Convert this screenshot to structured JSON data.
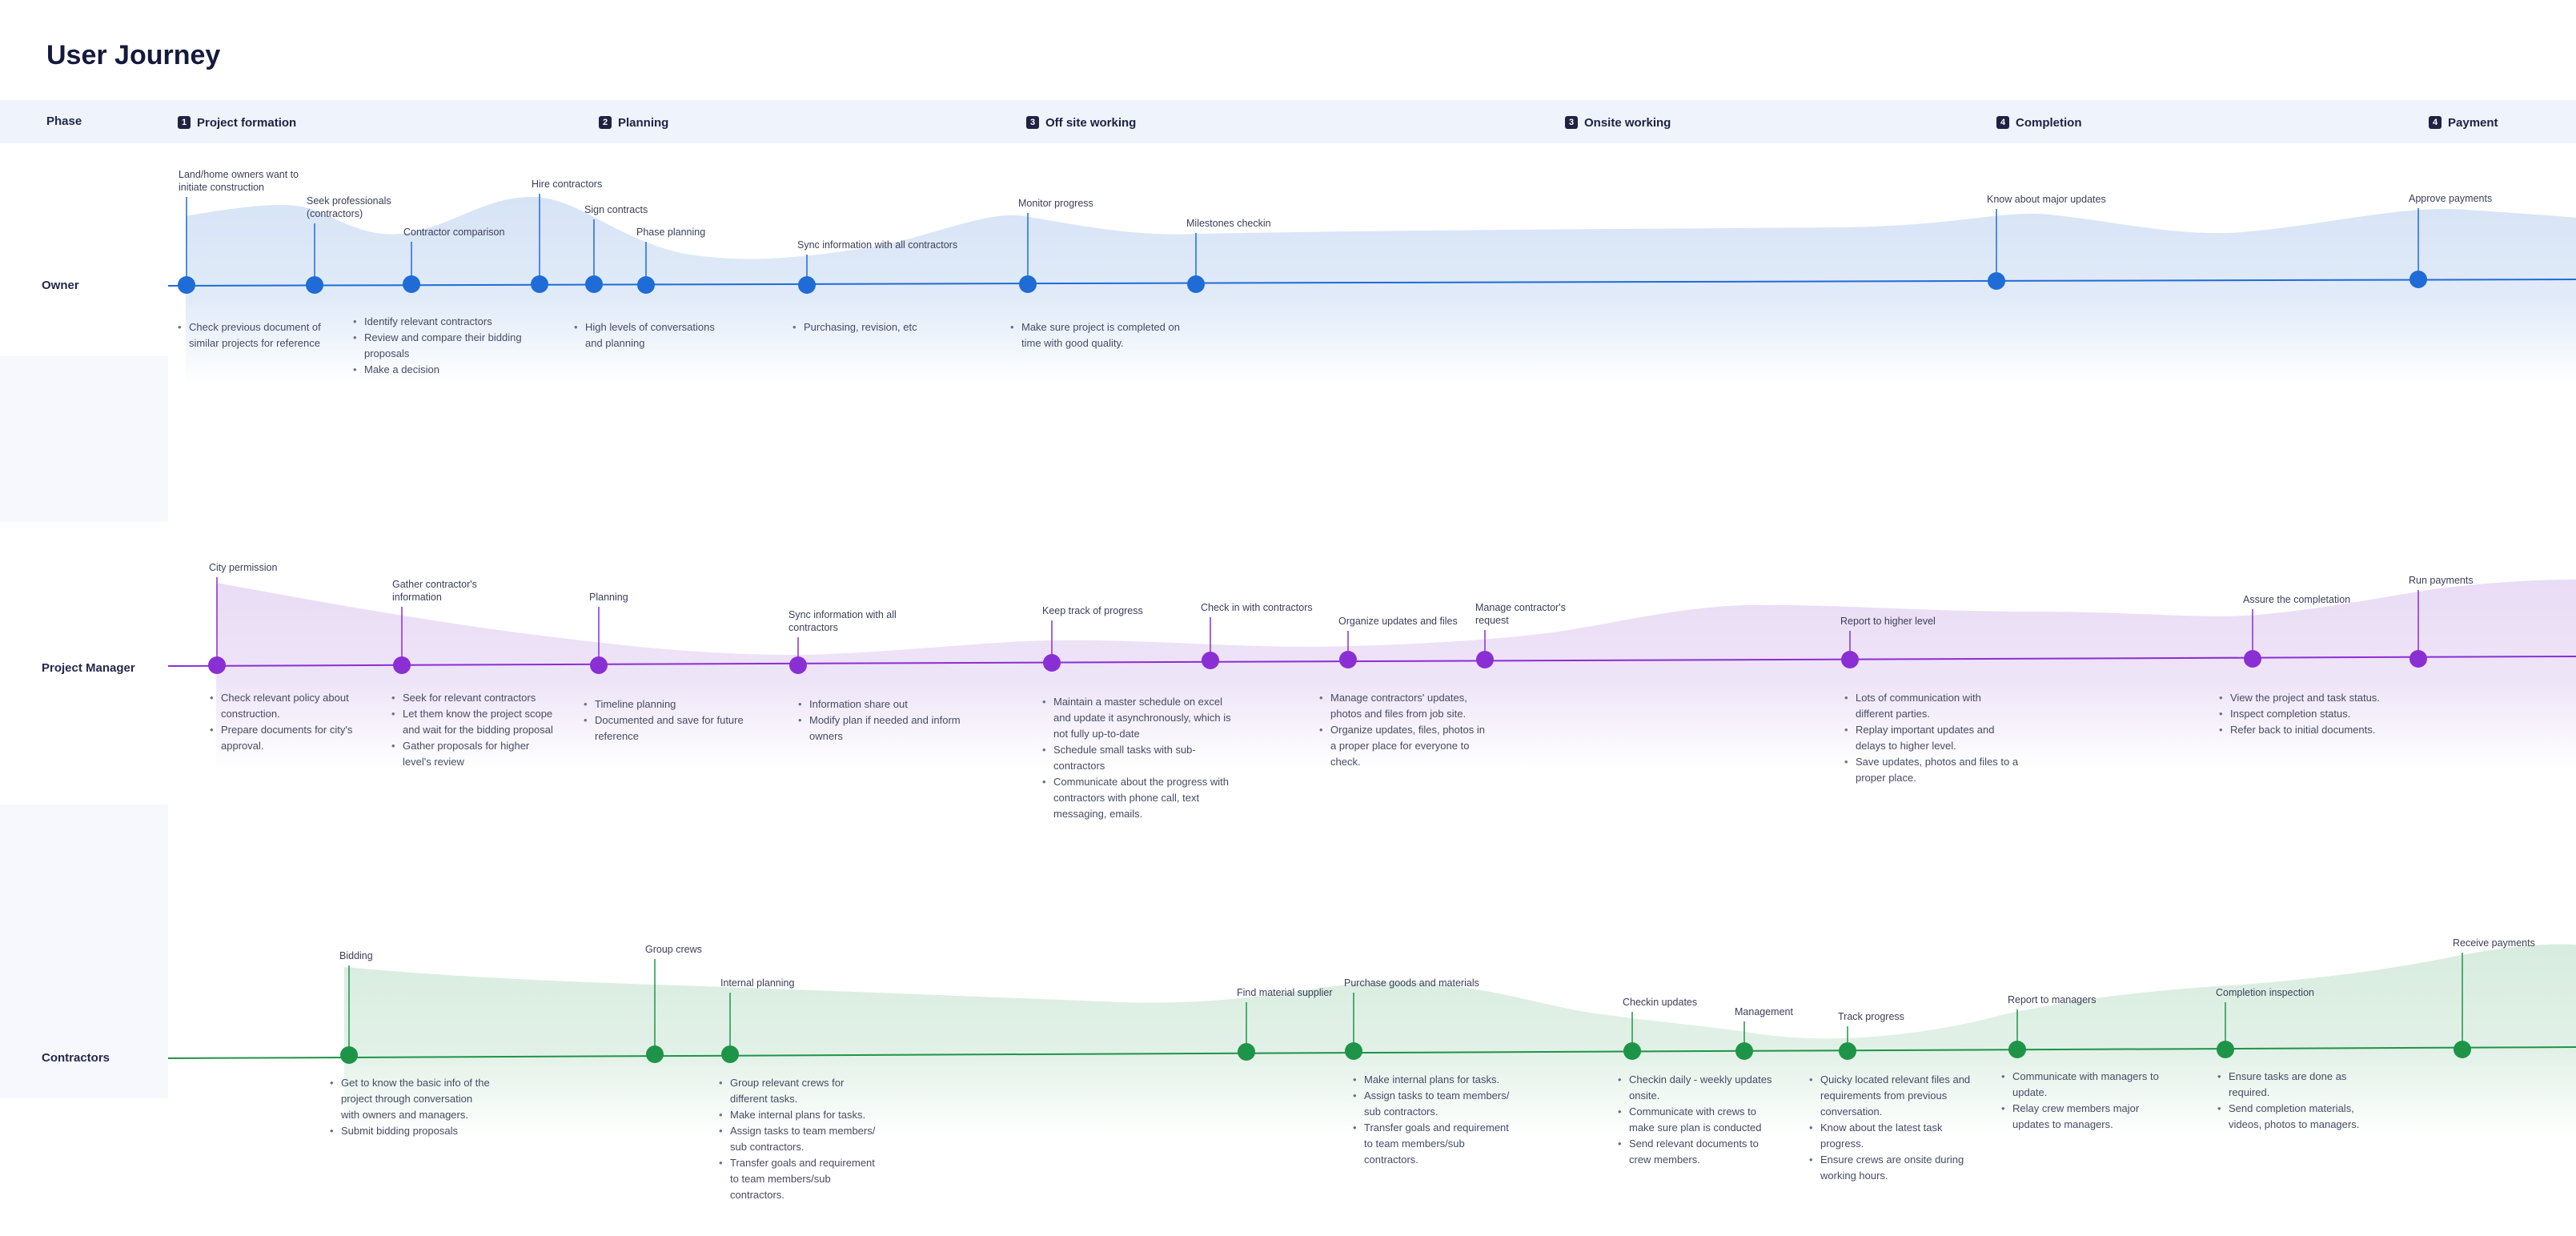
{
  "page": {
    "title": "User Journey"
  },
  "colors": {
    "owner": "#1f6cd6",
    "manager": "#8a2fd4",
    "contractor": "#1e9448",
    "owner_fill": "#d7e4f6",
    "manager_fill": "#e9dcf5",
    "contractor_fill": "#d8ecdf"
  },
  "phase_header": "Phase",
  "phases": [
    {
      "num": "1",
      "label": "Project formation"
    },
    {
      "num": "2",
      "label": "Planning"
    },
    {
      "num": "3",
      "label": "Off site working"
    },
    {
      "num": "3",
      "label": "Onsite working"
    },
    {
      "num": "4",
      "label": "Completion"
    },
    {
      "num": "4",
      "label": "Payment"
    }
  ],
  "lanes": [
    {
      "key": "owner",
      "label": "Owner",
      "color": "#1f6cd6",
      "fill": "#d7e4f6",
      "steps": [
        {
          "lines": [
            "Land/home owners want to",
            "initiate construction"
          ]
        },
        {
          "lines": [
            "Seek professionals",
            "(contractors)"
          ]
        },
        {
          "lines": [
            "Contractor comparison"
          ]
        },
        {
          "lines": [
            "Hire contractors"
          ]
        },
        {
          "lines": [
            "Sign contracts"
          ]
        },
        {
          "lines": [
            "Phase planning"
          ]
        },
        {
          "lines": [
            "Sync information with all contractors"
          ]
        },
        {
          "lines": [
            "Monitor progress"
          ]
        },
        {
          "lines": [
            "Milestones checkin"
          ]
        },
        {
          "lines": [
            "Know about major updates"
          ]
        },
        {
          "lines": [
            "Approve payments"
          ]
        }
      ],
      "notes": [
        {
          "items": [
            "Check previous document of\nsimilar projects for reference"
          ]
        },
        {
          "items": [
            "Identify relevant contractors",
            "Review and compare their bidding\nproposals",
            "Make a decision"
          ]
        },
        {
          "items": [
            "High levels of conversations\nand planning"
          ]
        },
        {
          "items": [
            "Purchasing, revision, etc"
          ]
        },
        {
          "items": [
            "Make sure project is completed on\ntime with good quality."
          ]
        }
      ]
    },
    {
      "key": "manager",
      "label": "Project Manager",
      "color": "#8a2fd4",
      "fill": "#e9dcf5",
      "steps": [
        {
          "lines": [
            "City permission"
          ]
        },
        {
          "lines": [
            "Gather contractor's",
            "information"
          ]
        },
        {
          "lines": [
            "Planning"
          ]
        },
        {
          "lines": [
            "Sync information with all",
            "contractors"
          ]
        },
        {
          "lines": [
            "Keep track of progress"
          ]
        },
        {
          "lines": [
            "Check in with contractors"
          ]
        },
        {
          "lines": [
            "Organize updates and files"
          ]
        },
        {
          "lines": [
            "Manage contractor's",
            "request"
          ]
        },
        {
          "lines": [
            "Report to higher level"
          ]
        },
        {
          "lines": [
            "Assure the completation"
          ]
        },
        {
          "lines": [
            "Run payments"
          ]
        }
      ],
      "notes": [
        {
          "items": [
            "Check relevant policy about\nconstruction.",
            "Prepare documents for city's\napproval."
          ]
        },
        {
          "items": [
            "Seek for relevant contractors",
            "Let them know the project scope\nand wait for the bidding proposal",
            "Gather proposals for higher\nlevel's review"
          ]
        },
        {
          "items": [
            "Timeline planning",
            "Documented and save for future\nreference"
          ]
        },
        {
          "items": [
            "Information share out",
            "Modify plan if needed and inform\nowners"
          ]
        },
        {
          "items": [
            "Maintain a master schedule on excel\nand update it asynchronously, which is\nnot fully up-to-date",
            "Schedule small tasks with sub-\ncontractors",
            "Communicate about the progress with\ncontractors with phone call, text\nmessaging, emails."
          ]
        },
        {
          "items": [
            "Manage contractors' updates,\nphotos and files from job site.",
            "Organize updates, files, photos in\na proper place for everyone to\ncheck."
          ]
        },
        {
          "items": [
            "Lots of communication with\ndifferent parties.",
            "Replay important updates and\ndelays to higher level.",
            "Save updates, photos and files to a\nproper place."
          ]
        },
        {
          "items": [
            "View the project and task status.",
            "Inspect completion status.",
            "Refer back to initial documents."
          ]
        }
      ]
    },
    {
      "key": "contractor",
      "label": "Contractors",
      "color": "#1e9448",
      "fill": "#d8ecdf",
      "steps": [
        {
          "lines": [
            "Bidding"
          ]
        },
        {
          "lines": [
            "Group crews"
          ]
        },
        {
          "lines": [
            "Internal planning"
          ]
        },
        {
          "lines": [
            "Find material supplier"
          ]
        },
        {
          "lines": [
            "Purchase goods and materials"
          ]
        },
        {
          "lines": [
            "Checkin updates"
          ]
        },
        {
          "lines": [
            "Management"
          ]
        },
        {
          "lines": [
            "Track progress"
          ]
        },
        {
          "lines": [
            "Report to managers"
          ]
        },
        {
          "lines": [
            "Completion inspection"
          ]
        },
        {
          "lines": [
            "Receive payments"
          ]
        }
      ],
      "notes": [
        {
          "items": [
            "Get to know the basic info of the\nproject through conversation\nwith owners and managers.",
            "Submit bidding proposals"
          ]
        },
        {
          "items": [
            "Group relevant crews for\ndifferent tasks.",
            "Make internal plans for tasks.",
            "Assign tasks to team members/\nsub contractors.",
            "Transfer goals and requirement\nto team members/sub\ncontractors."
          ]
        },
        {
          "items": [
            "Make internal plans for tasks.",
            "Assign tasks to team members/\nsub contractors.",
            "Transfer goals and requirement\nto team members/sub\ncontractors."
          ]
        },
        {
          "items": [
            "Checkin daily - weekly updates\nonsite.",
            "Communicate with crews to\nmake sure plan is conducted",
            "Send relevant documents to\ncrew members."
          ]
        },
        {
          "items": [
            "Quicky located relevant files and\nrequirements from previous\nconversation.",
            "Know about the latest task\nprogress.",
            "Ensure crews are onsite during\nworking hours."
          ]
        },
        {
          "items": [
            "Communicate with managers to\nupdate.",
            "Relay crew members major\nupdates to managers."
          ]
        },
        {
          "items": [
            "Ensure tasks are done as\nrequired.",
            "Send completion materials,\nvideos, photos to managers."
          ]
        }
      ]
    }
  ]
}
